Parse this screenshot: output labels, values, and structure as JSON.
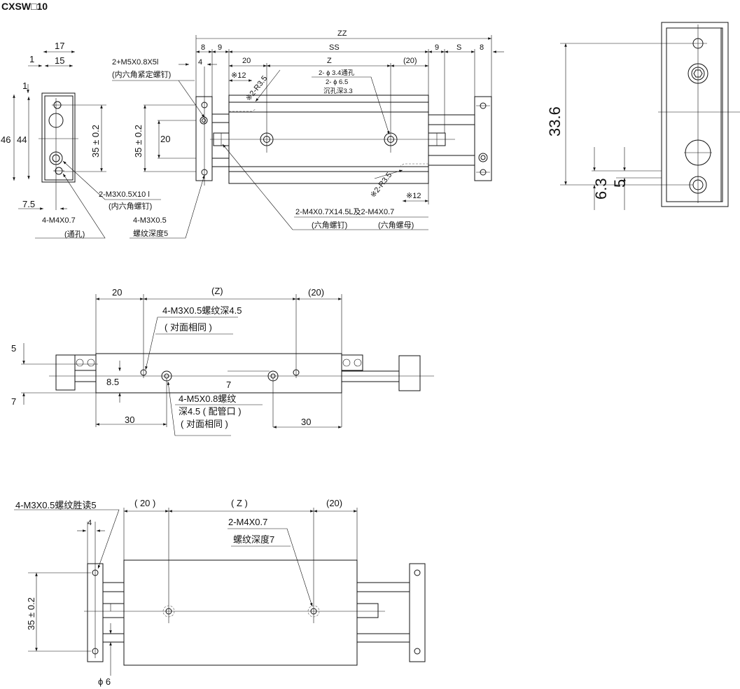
{
  "title": "CXSW□10",
  "end_view": {
    "dim_17": "17",
    "dim_15": "15",
    "dim_1_top": "1",
    "dim_1_side": "1",
    "dim_46": "46",
    "dim_44": "44",
    "dim_35": "35 ± 0.2",
    "dim_7_5": "7.5",
    "callout_m3_1": "2-M3X0.5X10 l",
    "callout_m3_2": "(内六角螺钉)",
    "callout_m4_1": "4-M4X0.7",
    "callout_m4_2": "(通孔)"
  },
  "side_view": {
    "callout_m5_1": "2+M5X0.8X5l",
    "callout_m5_2": "(内六角紧定螺钉)",
    "dim_8": "8",
    "dim_9": "9",
    "dim_4": "4",
    "dim_35": "35 ± 0.2",
    "dim_20": "20",
    "callout_m3_1": "4-M3X0.5",
    "callout_m3_2": "螺纹深度5",
    "dim_zz": "ZZ",
    "dim_ss": "SS",
    "dim_20_left": "20",
    "dim_z": "Z",
    "dim_20_right": "(20)",
    "dim_9_right": "9",
    "dim_s": "S",
    "dim_8_right": "8",
    "note_12_top": "※12",
    "note_r35_top": "※2-R3.5",
    "note_12_bottom": "※12",
    "note_r35_bottom": "※2-R3.5",
    "hole_1": "2- ϕ 3.4通孔",
    "hole_2": "2- ϕ 6.5",
    "hole_3": "沉孔深3.3",
    "callout_bolt_1": "2-M4X0.7X14.5L及2-M4X0.7",
    "callout_bolt_2": "(六角螺钉)",
    "callout_bolt_3": "(六角螺母)"
  },
  "right_view": {
    "dim_33_6": "33.6",
    "dim_6_3": "6.3",
    "dim_5": "5"
  },
  "middle_view": {
    "dim_20": "20",
    "dim_z": "(Z)",
    "dim_20_right": "(20)",
    "callout_1": "4-M3X0.5螺纹深4.5",
    "callout_1b": "( 对面相同 )",
    "dim_5": "5",
    "dim_7_left": "7",
    "dim_8_5": "8.5",
    "dim_7_mid": "7",
    "callout_2": "4-M5X0.8螺纹",
    "callout_2b": "深4.5 ( 配管口 )",
    "callout_2c": "( 对面相同 )",
    "dim_30_left": "30",
    "dim_30_right": "30"
  },
  "bottom_view": {
    "callout_1": "4-M3X0.5螺纹胜读5",
    "dim_4": "4",
    "dim_20_left": "( 20 )",
    "dim_z": "( Z )",
    "dim_20_right": "(20)",
    "callout_2": "2-M4X0.7",
    "callout_2b": "螺纹深度7",
    "dim_35": "35 ± 0.2",
    "dim_phi6": "ϕ 6"
  }
}
